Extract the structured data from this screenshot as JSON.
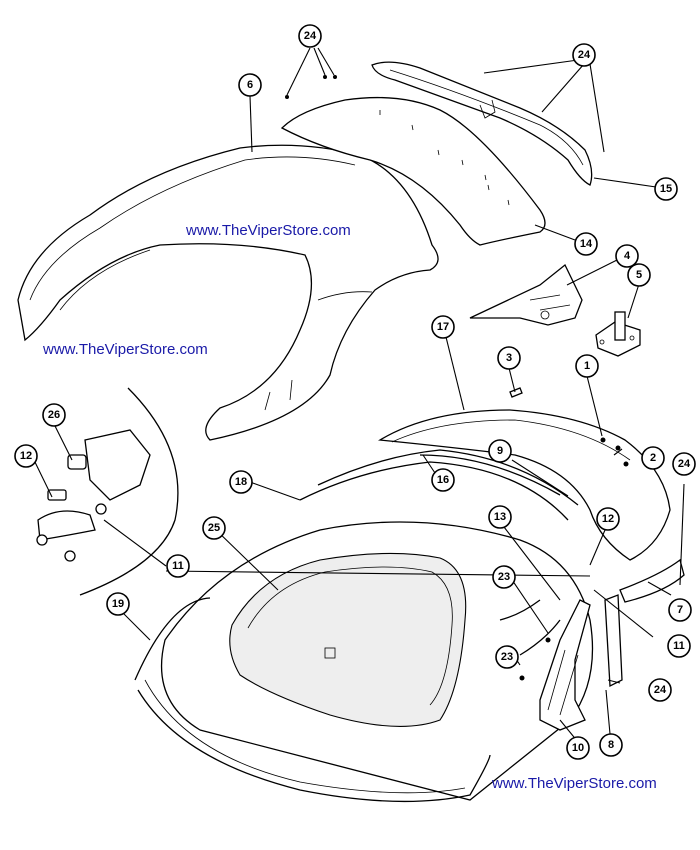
{
  "diagram": {
    "callouts": [
      "1",
      "2",
      "3",
      "4",
      "5",
      "6",
      "7",
      "8",
      "9",
      "10",
      "11",
      "11",
      "12",
      "12",
      "13",
      "14",
      "15",
      "16",
      "17",
      "18",
      "19",
      "23",
      "23",
      "24",
      "24",
      "24",
      "24",
      "25",
      "26"
    ],
    "watermarks": [
      "www.TheViperStore.com",
      "www.TheViperStore.com",
      "www.TheViperStore.com"
    ]
  }
}
